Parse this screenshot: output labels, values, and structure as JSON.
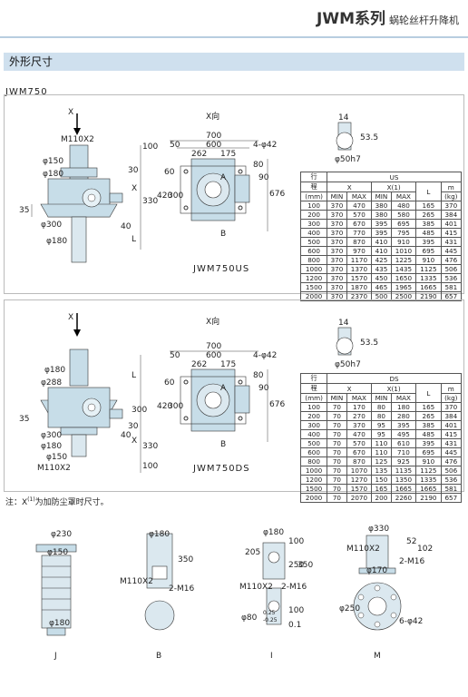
{
  "header": {
    "series": "JWM系列",
    "subtitle": "蜗轮丝杆升降机"
  },
  "section_title": "外形尺寸",
  "model": "JWM750",
  "panel1": {
    "caption": "JWM750US",
    "x_view": "X向",
    "labels": {
      "x": "X",
      "m": "M110X2",
      "d150": "φ150",
      "d180": "φ180",
      "d300": "φ300",
      "d180b": "φ180",
      "n35": "35",
      "n40": "40",
      "n100": "100",
      "n30": "30",
      "n330": "330",
      "L": "L",
      "X2": "X",
      "n700": "700",
      "n600": "600",
      "n50": "50",
      "n262": "262",
      "n175": "175",
      "hole": "4-φ42",
      "n80": "80",
      "n60": "60",
      "n420": "420",
      "n300": "300",
      "n676": "676",
      "n90": "90",
      "A": "A",
      "B": "B",
      "n14": "14",
      "n535": "53.5",
      "d50": "φ50h7"
    },
    "table": {
      "h_row1": [
        "行",
        "US"
      ],
      "h_row2": [
        "程",
        "X",
        "X(1)",
        "L",
        "m"
      ],
      "h_row3": [
        "(mm)",
        "MIN",
        "MAX",
        "MIN",
        "MAX",
        "(kg)"
      ],
      "rows": [
        [
          "100",
          "370",
          "470",
          "380",
          "480",
          "165",
          "370"
        ],
        [
          "200",
          "370",
          "570",
          "380",
          "580",
          "265",
          "384"
        ],
        [
          "300",
          "370",
          "670",
          "395",
          "695",
          "385",
          "401"
        ],
        [
          "400",
          "370",
          "770",
          "395",
          "795",
          "485",
          "415"
        ],
        [
          "500",
          "370",
          "870",
          "410",
          "910",
          "395",
          "431"
        ],
        [
          "600",
          "370",
          "970",
          "410",
          "1010",
          "695",
          "445"
        ],
        [
          "800",
          "370",
          "1170",
          "425",
          "1225",
          "910",
          "476"
        ],
        [
          "1000",
          "370",
          "1370",
          "435",
          "1435",
          "1125",
          "506"
        ],
        [
          "1200",
          "370",
          "1570",
          "450",
          "1650",
          "1335",
          "536"
        ],
        [
          "1500",
          "370",
          "1870",
          "465",
          "1965",
          "1665",
          "581"
        ],
        [
          "2000",
          "370",
          "2370",
          "500",
          "2500",
          "2190",
          "657"
        ]
      ]
    }
  },
  "panel2": {
    "caption": "JWM750DS",
    "x_view": "X向",
    "labels": {
      "x": "X",
      "d180": "φ180",
      "d288": "φ288",
      "d300": "φ300",
      "d180b": "φ180",
      "d150": "φ150",
      "m": "M110X2",
      "n35": "35",
      "n40": "40",
      "n100": "100",
      "n30": "30",
      "n330": "330",
      "n300": "300",
      "L": "L",
      "X2": "X",
      "n700": "700",
      "n600": "600",
      "n50": "50",
      "n262": "262",
      "n175": "175",
      "hole": "4-φ42",
      "n80": "80",
      "n60": "60",
      "n420": "420",
      "n300b": "300",
      "n676": "676",
      "n90": "90",
      "A": "A",
      "B": "B",
      "n14": "14",
      "n535": "53.5",
      "d50": "φ50h7"
    },
    "table": {
      "h_row1": [
        "行",
        "DS"
      ],
      "h_row2": [
        "程",
        "X",
        "X(1)",
        "L",
        "m"
      ],
      "h_row3": [
        "(mm)",
        "MIN",
        "MAX",
        "MIN",
        "MAX",
        "(kg)"
      ],
      "rows": [
        [
          "100",
          "70",
          "170",
          "80",
          "180",
          "165",
          "370"
        ],
        [
          "200",
          "70",
          "270",
          "80",
          "280",
          "265",
          "384"
        ],
        [
          "300",
          "70",
          "370",
          "95",
          "395",
          "385",
          "401"
        ],
        [
          "400",
          "70",
          "470",
          "95",
          "495",
          "485",
          "415"
        ],
        [
          "500",
          "70",
          "570",
          "110",
          "610",
          "395",
          "431"
        ],
        [
          "600",
          "70",
          "670",
          "110",
          "710",
          "695",
          "445"
        ],
        [
          "800",
          "70",
          "870",
          "125",
          "925",
          "910",
          "476"
        ],
        [
          "1000",
          "70",
          "1070",
          "135",
          "1135",
          "1125",
          "506"
        ],
        [
          "1200",
          "70",
          "1270",
          "150",
          "1350",
          "1335",
          "536"
        ],
        [
          "1500",
          "70",
          "1570",
          "165",
          "1665",
          "1665",
          "581"
        ],
        [
          "2000",
          "70",
          "2070",
          "200",
          "2260",
          "2190",
          "657"
        ]
      ]
    }
  },
  "note": {
    "prefix": "注：X",
    "sup": "(1)",
    "text": "为加防尘罩时尺寸。"
  },
  "accessories": [
    {
      "name": "J",
      "labels": [
        "φ230",
        "φ150",
        "φ180"
      ]
    },
    {
      "name": "B",
      "labels": [
        "φ180",
        "M110X2",
        "2-M16",
        "350"
      ]
    },
    {
      "name": "I",
      "labels": [
        "φ180",
        "205",
        "100",
        "250",
        "350",
        "M110X2",
        "2-M16",
        "φ80",
        "0.25",
        "-0.25",
        "100",
        "0.1"
      ]
    },
    {
      "name": "M",
      "labels": [
        "φ330",
        "M110X2",
        "52",
        "102",
        "2-M16",
        "φ170",
        "φ250",
        "6-φ42"
      ]
    }
  ]
}
